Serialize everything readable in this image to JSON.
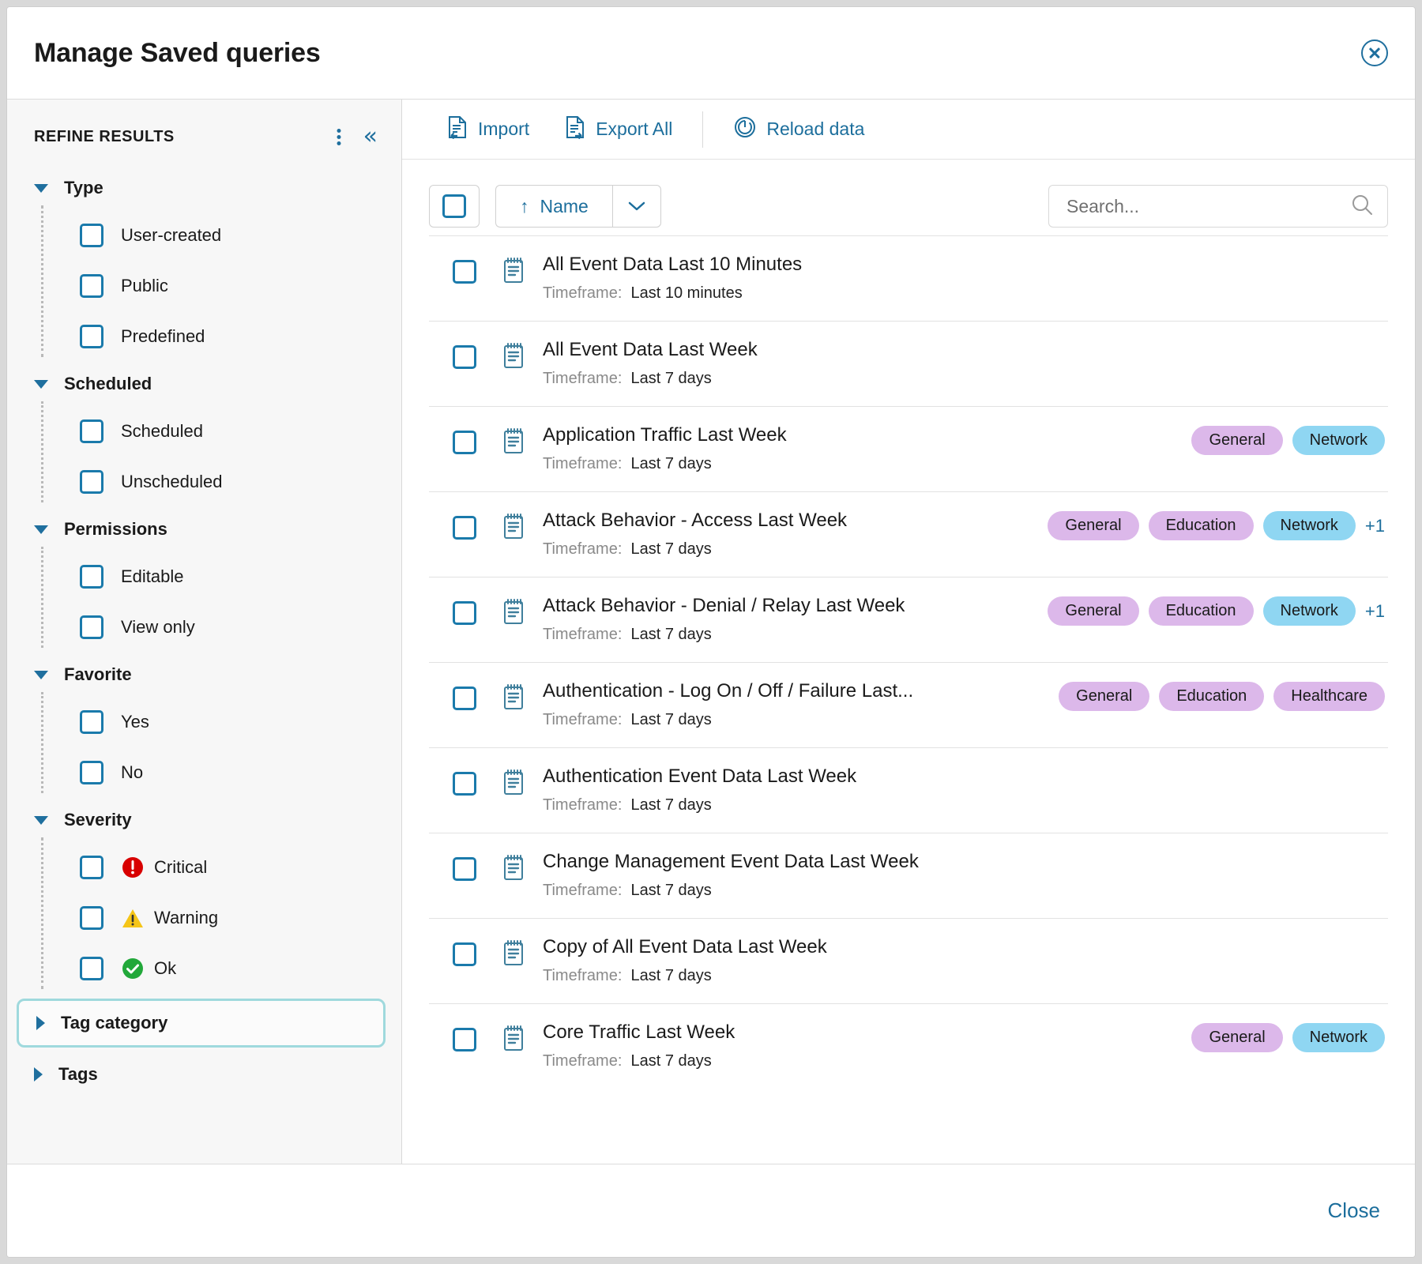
{
  "dialog": {
    "title": "Manage Saved queries",
    "close_icon": "close-circle-icon",
    "footer_close_label": "Close"
  },
  "sidebar": {
    "heading": "REFINE RESULTS",
    "kebab_icon": "more-options-icon",
    "collapse_icon": "collapse-left-icon",
    "collapse_glyph": "«",
    "facets": [
      {
        "title": "Type",
        "expanded": true,
        "options": [
          {
            "label": "User-created"
          },
          {
            "label": "Public"
          },
          {
            "label": "Predefined"
          }
        ]
      },
      {
        "title": "Scheduled",
        "expanded": true,
        "options": [
          {
            "label": "Scheduled"
          },
          {
            "label": "Unscheduled"
          }
        ]
      },
      {
        "title": "Permissions",
        "expanded": true,
        "options": [
          {
            "label": "Editable"
          },
          {
            "label": "View only"
          }
        ]
      },
      {
        "title": "Favorite",
        "expanded": true,
        "options": [
          {
            "label": "Yes"
          },
          {
            "label": "No"
          }
        ]
      },
      {
        "title": "Severity",
        "expanded": true,
        "options": [
          {
            "label": "Critical",
            "icon": "critical-icon",
            "icon_color": "#d80000"
          },
          {
            "label": "Warning",
            "icon": "warning-icon",
            "icon_color": "#f5c518"
          },
          {
            "label": "Ok",
            "icon": "ok-icon",
            "icon_color": "#22a83a"
          }
        ]
      },
      {
        "title": "Tag category",
        "expanded": false,
        "focused": true,
        "options": []
      },
      {
        "title": "Tags",
        "expanded": false,
        "focused": false,
        "options": []
      }
    ]
  },
  "toolbar": {
    "import_label": "Import",
    "import_icon": "import-document-icon",
    "export_label": "Export All",
    "export_icon": "export-document-icon",
    "reload_label": "Reload data",
    "reload_icon": "reload-icon"
  },
  "controls": {
    "select_all_icon": "select-all-checkbox",
    "sort_label": "Name",
    "sort_direction_icon": "sort-ascending-arrow",
    "sort_direction_glyph": "↑",
    "sort_caret_icon": "chevron-down-icon",
    "search_placeholder": "Search...",
    "search_value": "",
    "search_icon": "search-icon"
  },
  "list": {
    "timeframe_label": "Timeframe:",
    "rows": [
      {
        "name": "All Event Data Last 10 Minutes",
        "timeframe": "Last 10 minutes",
        "tags": [],
        "more": ""
      },
      {
        "name": "All Event Data Last Week",
        "timeframe": "Last 7 days",
        "tags": [],
        "more": ""
      },
      {
        "name": "Application Traffic Last Week",
        "timeframe": "Last 7 days",
        "tags": [
          {
            "label": "General",
            "color": "purple"
          },
          {
            "label": "Network",
            "color": "blue"
          }
        ],
        "more": ""
      },
      {
        "name": "Attack Behavior - Access Last Week",
        "timeframe": "Last 7 days",
        "tags": [
          {
            "label": "General",
            "color": "purple"
          },
          {
            "label": "Education",
            "color": "purple"
          },
          {
            "label": "Network",
            "color": "blue"
          }
        ],
        "more": "+1"
      },
      {
        "name": "Attack Behavior - Denial / Relay Last Week",
        "timeframe": "Last 7 days",
        "tags": [
          {
            "label": "General",
            "color": "purple"
          },
          {
            "label": "Education",
            "color": "purple"
          },
          {
            "label": "Network",
            "color": "blue"
          }
        ],
        "more": "+1"
      },
      {
        "name": "Authentication - Log On / Off / Failure Last...",
        "timeframe": "Last 7 days",
        "tags": [
          {
            "label": "General",
            "color": "purple"
          },
          {
            "label": "Education",
            "color": "purple"
          },
          {
            "label": "Healthcare",
            "color": "purple"
          }
        ],
        "more": ""
      },
      {
        "name": "Authentication Event Data Last Week",
        "timeframe": "Last 7 days",
        "tags": [],
        "more": ""
      },
      {
        "name": "Change Management Event Data Last Week",
        "timeframe": "Last 7 days",
        "tags": [],
        "more": ""
      },
      {
        "name": "Copy of All Event Data Last Week",
        "timeframe": "Last 7 days",
        "tags": [],
        "more": ""
      },
      {
        "name": "Core Traffic Last Week",
        "timeframe": "Last 7 days",
        "tags": [
          {
            "label": "General",
            "color": "purple"
          },
          {
            "label": "Network",
            "color": "blue"
          }
        ],
        "more": ""
      }
    ]
  },
  "colors": {
    "accent_blue": "#1c6e9c",
    "checkbox_blue": "#1a7aab",
    "tag_purple": "#dcb8ea",
    "tag_blue": "#8fd6f2",
    "focus_teal": "#9fd9dd"
  }
}
